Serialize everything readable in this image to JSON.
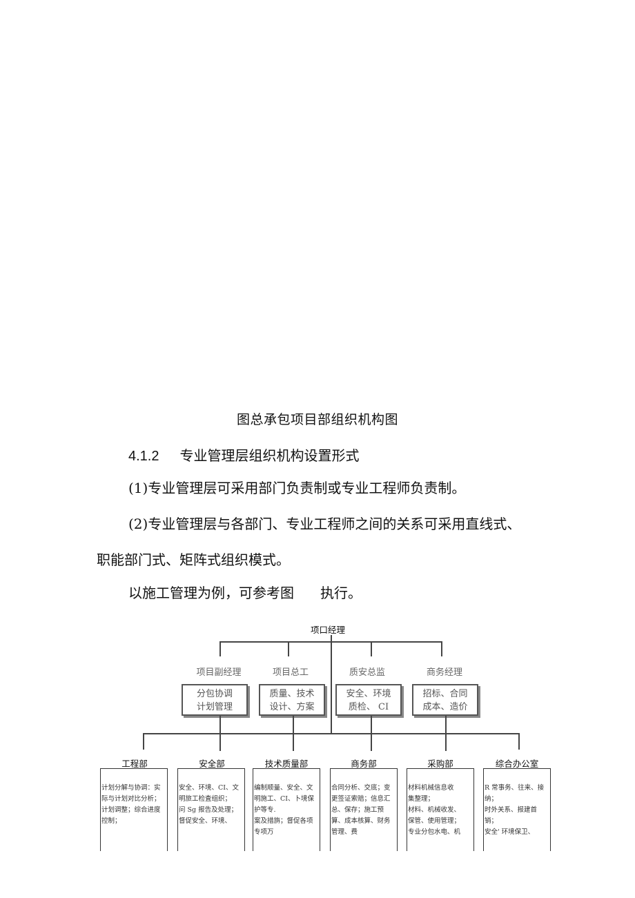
{
  "caption": "图总承包项目部组织机构图",
  "section": {
    "number": "4.1.2",
    "title": "专业管理层组织机构设置形式"
  },
  "paragraphs": {
    "p1": "(1)专业管理层可采用部门负责制或专业工程师负责制。",
    "p2": "(2)专业管理层与各部门、专业工程师之间的关系可采用直线式、",
    "p2b": "职能部门式、矩阵式组织模式。",
    "p3a": "以施工管理为例，可参考图",
    "p3b": "执行。"
  },
  "org": {
    "top": "项口经理",
    "mid": [
      {
        "title": "项目副经理",
        "line1": "分包协调",
        "line2": "计划管理"
      },
      {
        "title": "项目总工",
        "line1": "质量、技术",
        "line2": "设计、方案"
      },
      {
        "title": "质安总监",
        "line1": "安全、环境",
        "line2": "质检、 CI"
      },
      {
        "title": "商务经理",
        "line1": "招标、合同",
        "line2": "成本、造价"
      }
    ],
    "depts": [
      {
        "title": "工程部",
        "duties": "计划分解与协调：实\n际与计划对比分析；\n计划调整；综合进度\n控制；"
      },
      {
        "title": "安全部",
        "duties": "安全、环境、CI、文\n明旅工检査组织；\n问 Sg 报告及处理；\n督促安全、环境、"
      },
      {
        "title": "技术质量部",
        "duties": "编制顺量、安全、文\n明施工、CI、卜境保\n护等专.\n案及措旃；督促各项\n专项万"
      },
      {
        "title": "商务部",
        "duties": "合同分析、交底；变\n更签证索赔；信息汇\n总、保存；施工预\n算、成本核算、财务\n管理、费"
      },
      {
        "title": "采购部",
        "duties": "材料机械信息收\n集整理；\n材料、机械收发、\n保管、使用管理；\n专业分包水电、机"
      },
      {
        "title": "综合办公室",
        "duties": "R 常事务、往来、接\n纳；\n时外关系、报建首\n销；\n安全' 环境保卫、"
      }
    ]
  }
}
